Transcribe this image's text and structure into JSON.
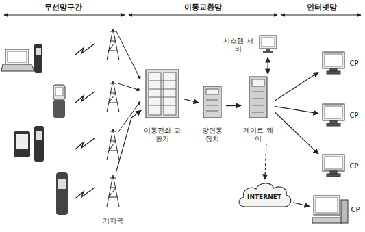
{
  "diagram": {
    "nodes": [
      {
        "text": [
          "이동전화 교환기"
        ]
      },
      {
        "text": [
          "망연동 장치"
        ]
      },
      {
        "text": [
          "게이트 웨이"
        ]
      },
      {
        "text": [
          "시스템 서버"
        ]
      },
      {
        "text": [
          "CP"
        ]
      },
      {
        "text": [
          "CP"
        ]
      },
      {
        "text": [
          "CP"
        ]
      },
      {
        "text": [
          "INTERNET"
        ]
      },
      {
        "text": [
          "CP"
        ]
      },
      {
        "text": [
          "기지국"
        ]
      }
    ],
    "edges": [
      {
        "from": 9,
        "to": 0,
        "arrow": "to"
      },
      {
        "from": 0,
        "to": 1,
        "arrow": "to"
      },
      {
        "from": 1,
        "to": 2,
        "arrow": "to"
      },
      {
        "from": 3,
        "to": 2,
        "arrow": "both"
      },
      {
        "from": 2,
        "to": 4,
        "arrow": "to"
      },
      {
        "from": 2,
        "to": 5,
        "arrow": "to"
      },
      {
        "from": 2,
        "to": 6,
        "arrow": "to"
      },
      {
        "from": 2,
        "to": 7,
        "arrow": "to"
      },
      {
        "from": 7,
        "to": 8,
        "arrow": "to"
      }
    ],
    "labels": [
      "무선망구간",
      "이동교환망",
      "인터넷망"
    ]
  }
}
